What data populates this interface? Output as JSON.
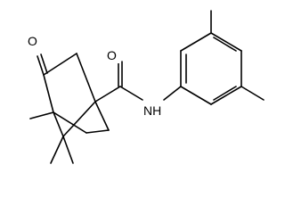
{
  "molecule": {
    "atoms": {
      "ketone_oxygen": "O",
      "amide_oxygen": "O",
      "amide_nitrogen": "NH"
    }
  }
}
